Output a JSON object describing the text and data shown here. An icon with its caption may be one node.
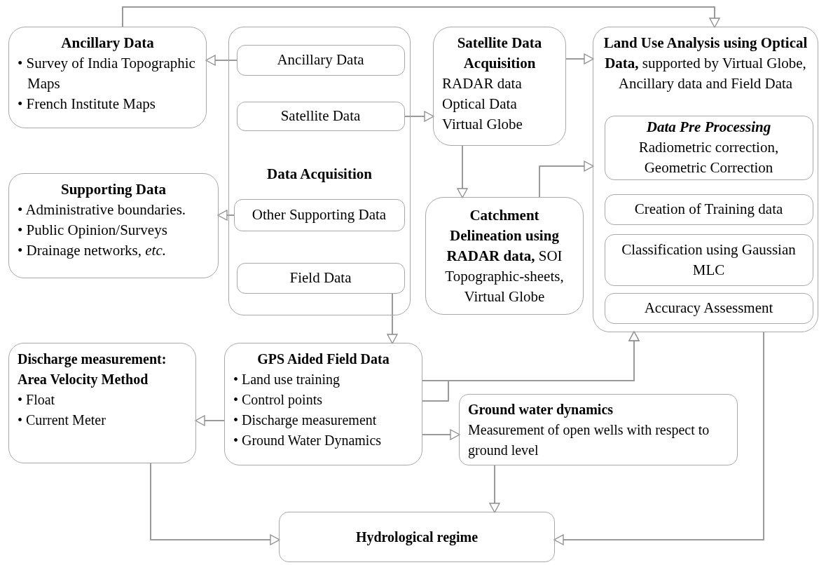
{
  "diagram": {
    "nodes": [
      {
        "text": [
          "Ancillary Data",
          "• Survey of India Topographic Maps",
          "• French Institute Maps"
        ]
      },
      {
        "text": [
          "Data Acquisition"
        ]
      },
      {
        "text": [
          "Ancillary Data"
        ],
        "in": 1
      },
      {
        "text": [
          "Satellite Data"
        ],
        "in": 1
      },
      {
        "text": [
          "Other Supporting Data"
        ],
        "in": 1
      },
      {
        "text": [
          "Field Data"
        ],
        "in": 1
      },
      {
        "text": [
          "Supporting Data",
          "• Administrative boundaries.",
          "• Public Opinion/Surveys",
          "• Drainage networks, *etc.*"
        ]
      },
      {
        "text": [
          "Satellite Data Acquisition",
          "RADAR data",
          "Optical Data",
          "Virtual Globe"
        ]
      },
      {
        "text": [
          "**Land Use Analysis using Optical Data,** supported by Virtual Globe, Ancillary data and Field Data"
        ]
      },
      {
        "text": [
          "Data Pre Processing",
          "Radiometric correction, Geometric Correction"
        ],
        "in": 8
      },
      {
        "text": [
          "Creation of Training data"
        ],
        "in": 8
      },
      {
        "text": [
          "Classification using Gaussian MLC"
        ],
        "in": 8
      },
      {
        "text": [
          "Accuracy Assessment"
        ],
        "in": 8
      },
      {
        "text": [
          "**Catchment Delineation using RADAR data,** SOI Topographic-sheets, Virtual Globe"
        ]
      },
      {
        "text": [
          "Discharge measurement: Area Velocity Method",
          "• Float",
          "• Current Meter"
        ]
      },
      {
        "text": [
          "GPS Aided Field Data",
          "• Land use training",
          "• Control points",
          "• Discharge measurement",
          "• Ground Water Dynamics"
        ]
      },
      {
        "text": [
          "Ground water dynamics",
          "Measurement of open wells with respect to ground level"
        ]
      },
      {
        "text": [
          "Hydrological regime"
        ]
      }
    ],
    "edges": [
      {
        "from": 2,
        "to": 0,
        "arrow": "to"
      },
      {
        "from": 4,
        "to": 6,
        "arrow": "to"
      },
      {
        "from": 3,
        "to": 7,
        "arrow": "to"
      },
      {
        "from": 7,
        "to": 8,
        "arrow": "to"
      },
      {
        "from": 0,
        "to": 8,
        "arrow": "to"
      },
      {
        "from": 7,
        "to": 13,
        "arrow": "to"
      },
      {
        "from": 13,
        "to": 8,
        "arrow": "to"
      },
      {
        "from": 5,
        "to": 15,
        "arrow": "to"
      },
      {
        "from": 15,
        "to": 14,
        "arrow": "to"
      },
      {
        "from": 15,
        "to": 8,
        "arrow": "to"
      },
      {
        "from": 15,
        "to": 8,
        "arrow": "to"
      },
      {
        "from": 15,
        "to": 16,
        "arrow": "to"
      },
      {
        "from": 16,
        "to": 17,
        "arrow": "to"
      },
      {
        "from": 14,
        "to": 17,
        "arrow": "to"
      },
      {
        "from": 8,
        "to": 17,
        "arrow": "to"
      }
    ]
  }
}
